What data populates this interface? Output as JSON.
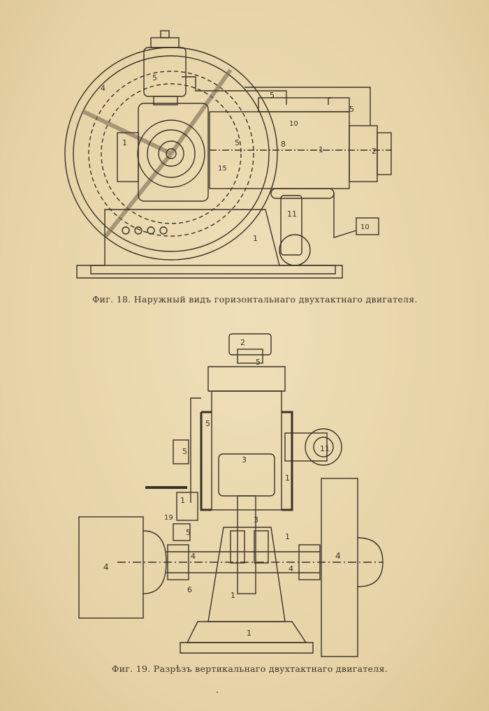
{
  "figures": [
    {
      "caption": "Фиг. 18.  Наружный видъ горизонтальнаго двухтактнаго двигателя.",
      "callouts": [
        "1",
        "4",
        "5",
        "5",
        "5",
        "1",
        "8",
        "1",
        "2",
        "10",
        "15",
        "11",
        "10",
        "5"
      ]
    },
    {
      "caption": "Фиг. 19.  Разрѣзъ вертикальнаго двухтактнаго двигателя.",
      "callouts": [
        "2",
        "5",
        "5",
        "3",
        "1",
        "11",
        "5",
        "4",
        "4",
        "4",
        "4",
        "1",
        "1",
        "19",
        "5",
        "6",
        "1",
        "1",
        "3"
      ]
    }
  ],
  "colors": {
    "paper": "#e9d7ad",
    "ink": "#3a3226"
  }
}
